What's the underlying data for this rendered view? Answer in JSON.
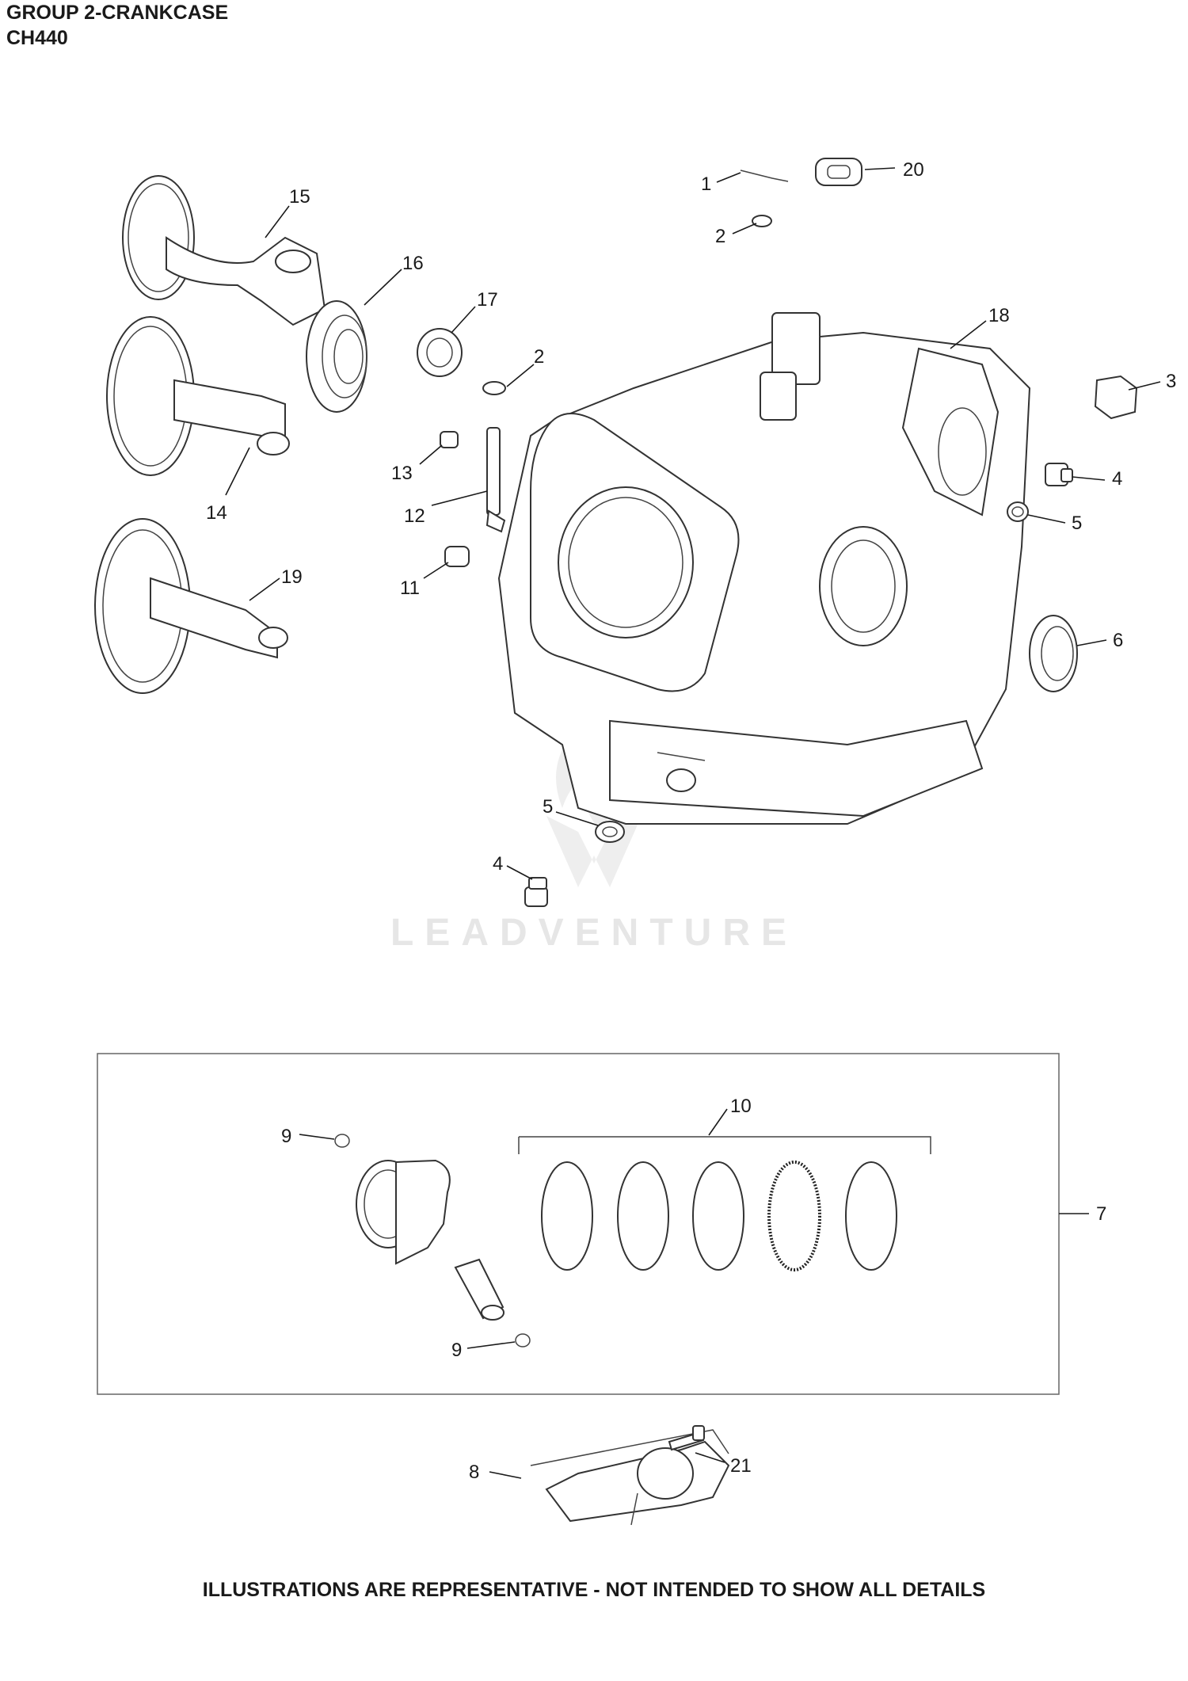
{
  "header": {
    "title": "GROUP 2-CRANKCASE",
    "model": "CH440"
  },
  "watermark": "LEADVENTURE",
  "footer": "ILLUSTRATIONS ARE REPRESENTATIVE - NOT INTENDED TO SHOW ALL DETAILS",
  "callouts": {
    "c1": "1",
    "c2a": "2",
    "c2b": "2",
    "c3": "3",
    "c4a": "4",
    "c4b": "4",
    "c5a": "5",
    "c5b": "5",
    "c6": "6",
    "c7": "7",
    "c8": "8",
    "c9a": "9",
    "c9b": "9",
    "c10": "10",
    "c11": "11",
    "c12": "12",
    "c13": "13",
    "c14": "14",
    "c15": "15",
    "c16": "16",
    "c17": "17",
    "c18": "18",
    "c19": "19",
    "c20": "20",
    "c21": "21"
  }
}
